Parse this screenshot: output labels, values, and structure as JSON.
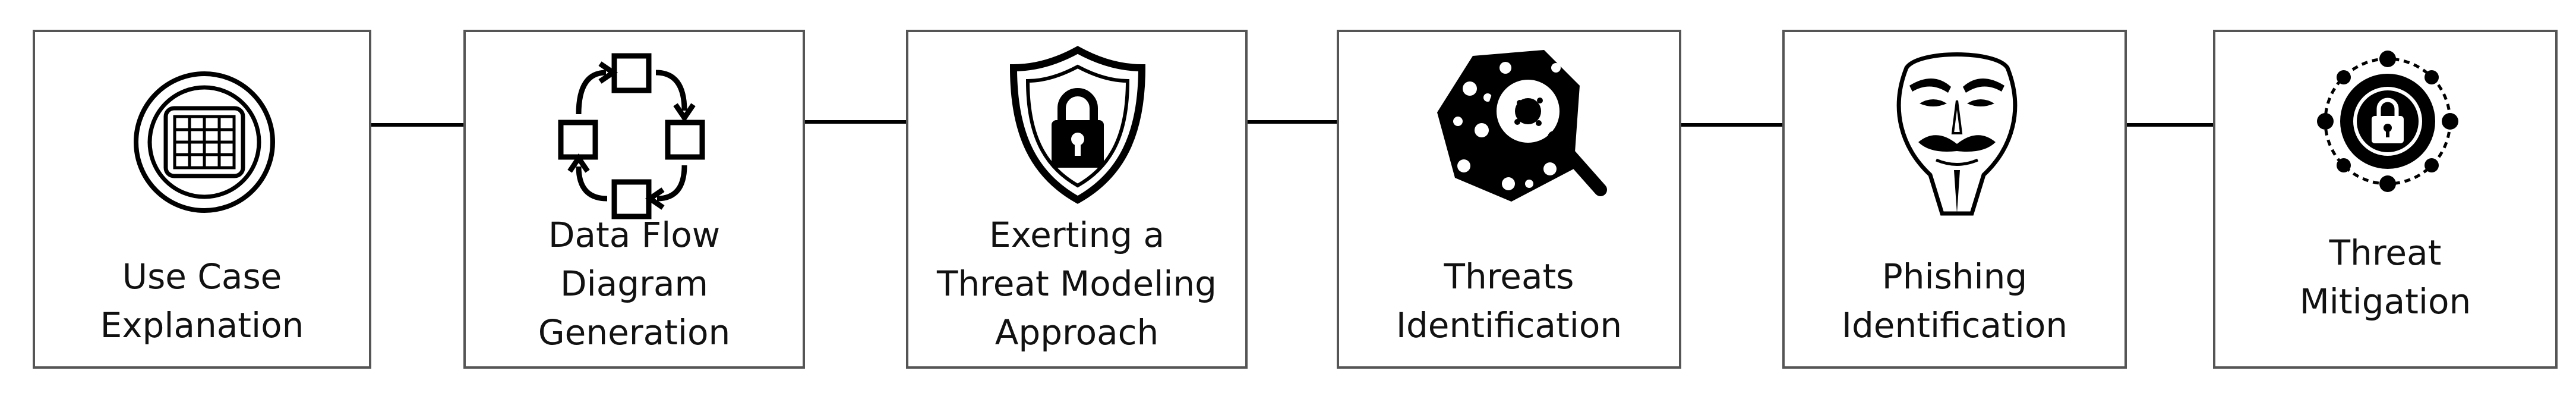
{
  "colors": {
    "ink": "#000000",
    "box_border": "#555555",
    "background": "#ffffff"
  },
  "steps": [
    {
      "id": "use-case",
      "icon": "grid-badge-icon",
      "lines": [
        "Use Case",
        "Explanation"
      ]
    },
    {
      "id": "dfd",
      "icon": "cycle-flow-icon",
      "lines": [
        "Data Flow",
        "Diagram",
        "Generation"
      ]
    },
    {
      "id": "threat-modeling",
      "icon": "shield-lock-icon",
      "lines": [
        "Exerting a",
        "Threat Modeling",
        "Approach"
      ]
    },
    {
      "id": "threats",
      "icon": "virus-magnifier-icon",
      "lines": [
        "Threats",
        "Identification"
      ]
    },
    {
      "id": "phishing",
      "icon": "hacker-mask-icon",
      "lines": [
        "Phishing",
        "Identification"
      ]
    },
    {
      "id": "mitigation",
      "icon": "lock-ring-icon",
      "lines": [
        "Threat",
        "Mitigation"
      ]
    }
  ]
}
